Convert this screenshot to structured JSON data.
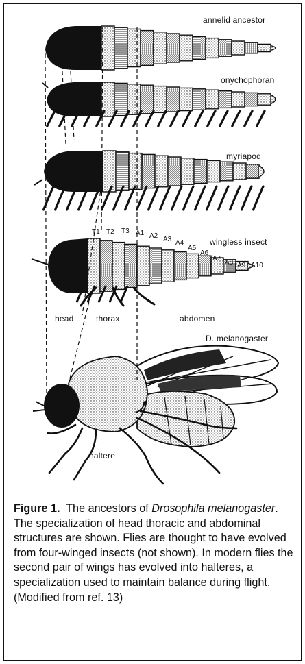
{
  "labels": {
    "annelid": "annelid ancestor",
    "onychophoran": "onychophoran",
    "myriapod": "myriapod",
    "wingless": "wingless insect",
    "drosophila": "D. melanogaster",
    "head": "head",
    "thorax": "thorax",
    "abdomen": "abdomen",
    "haltere": "haltere"
  },
  "segment_labels": [
    "T1",
    "T2",
    "T3",
    "A1",
    "A2",
    "A3",
    "A4",
    "A5",
    "A6",
    "A7",
    "A8",
    "A9",
    "A10"
  ],
  "caption": {
    "figure_label": "Figure 1.",
    "part1": "The ancestors of ",
    "italic1": "Drosophila melanogaster",
    "part2": ". The specialization of head thoracic and abdominal structures are shown. Flies are thought to have evolved from four-winged insects (not shown). In modern flies the second pair of wings has evolved into halteres, a specialization used to maintain balance during flight. (Modified from ref. 13)"
  }
}
